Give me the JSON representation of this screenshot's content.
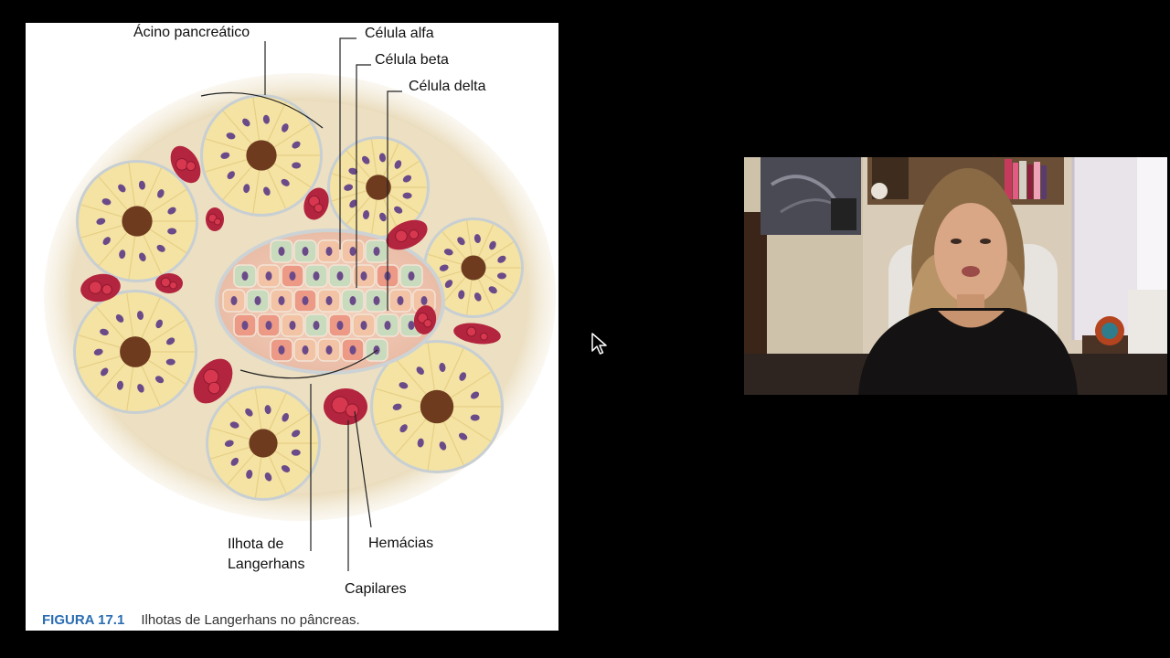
{
  "figure": {
    "labels": {
      "acino": "Ácino pancreático",
      "alfa": "Célula alfa",
      "beta": "Célula beta",
      "delta": "Célula delta",
      "ilhota_line1": "Ilhota de",
      "ilhota_line2": "Langerhans",
      "hemacias": "Hemácias",
      "capilares": "Capilares"
    },
    "caption": {
      "number": "FIGURA 17.1",
      "text": "Ilhotas de Langerhans no pâncreas."
    },
    "colors": {
      "tissue": "#efe3c8",
      "acinus_cell": "#f5e3a3",
      "acinus_border": "#c8cfd3",
      "nucleus": "#6b4a8a",
      "lumen": "#6e3b1f",
      "alpha_cell": "#f2c3a4",
      "beta_cell": "#c9dbbd",
      "delta_cell": "#ec9a86",
      "capillary": "#b3243e",
      "caption_accent": "#2a6db3"
    }
  },
  "webcam": {
    "description_icon": "presenter-video-icon"
  },
  "cursor": {
    "icon": "mouse-pointer-icon"
  }
}
